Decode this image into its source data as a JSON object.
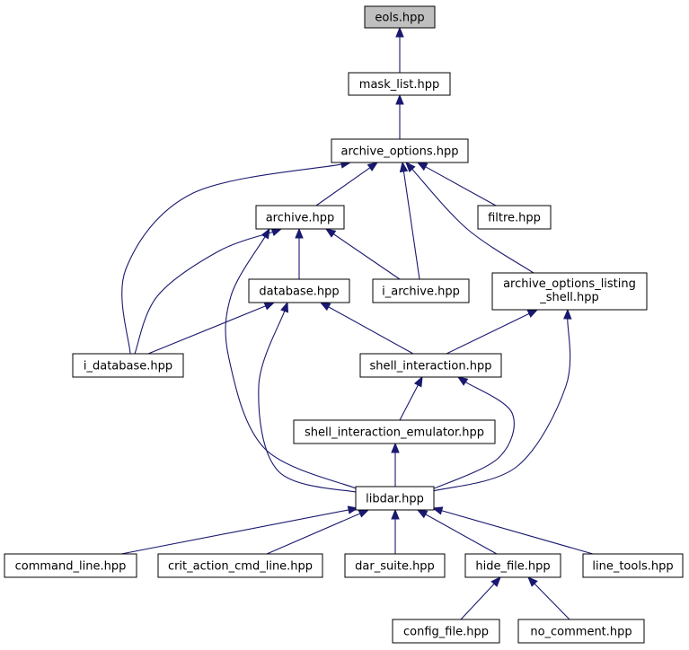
{
  "colors": {
    "edge": "#191970",
    "root_fill": "#bfbfbf",
    "node_fill": "#ffffff",
    "node_border": "#000000"
  },
  "nodes": [
    {
      "id": "eols",
      "label": "eols.hpp",
      "root": true
    },
    {
      "id": "mask_list",
      "label": "mask_list.hpp"
    },
    {
      "id": "archive_options",
      "label": "archive_options.hpp"
    },
    {
      "id": "archive",
      "label": "archive.hpp"
    },
    {
      "id": "filtre",
      "label": "filtre.hpp"
    },
    {
      "id": "database",
      "label": "database.hpp"
    },
    {
      "id": "i_archive",
      "label": "i_archive.hpp"
    },
    {
      "id": "aols",
      "label": "archive_options_listing",
      "label2": "_shell.hpp"
    },
    {
      "id": "i_database",
      "label": "i_database.hpp"
    },
    {
      "id": "shell_interaction",
      "label": "shell_interaction.hpp"
    },
    {
      "id": "sie",
      "label": "shell_interaction_emulator.hpp"
    },
    {
      "id": "libdar",
      "label": "libdar.hpp"
    },
    {
      "id": "command_line",
      "label": "command_line.hpp"
    },
    {
      "id": "crit_action",
      "label": "crit_action_cmd_line.hpp"
    },
    {
      "id": "dar_suite",
      "label": "dar_suite.hpp"
    },
    {
      "id": "hide_file",
      "label": "hide_file.hpp"
    },
    {
      "id": "line_tools",
      "label": "line_tools.hpp"
    },
    {
      "id": "config_file",
      "label": "config_file.hpp"
    },
    {
      "id": "no_comment",
      "label": "no_comment.hpp"
    }
  ],
  "edges": [
    {
      "from": "mask_list",
      "to": "eols"
    },
    {
      "from": "archive_options",
      "to": "mask_list"
    },
    {
      "from": "archive",
      "to": "archive_options"
    },
    {
      "from": "filtre",
      "to": "archive_options"
    },
    {
      "from": "i_database",
      "to": "archive_options"
    },
    {
      "from": "i_archive",
      "to": "archive_options"
    },
    {
      "from": "aols",
      "to": "archive_options"
    },
    {
      "from": "database",
      "to": "archive"
    },
    {
      "from": "i_database",
      "to": "archive"
    },
    {
      "from": "i_archive",
      "to": "archive"
    },
    {
      "from": "libdar",
      "to": "archive"
    },
    {
      "from": "i_database",
      "to": "database"
    },
    {
      "from": "shell_interaction",
      "to": "database"
    },
    {
      "from": "libdar",
      "to": "database"
    },
    {
      "from": "shell_interaction",
      "to": "aols"
    },
    {
      "from": "libdar",
      "to": "aols"
    },
    {
      "from": "sie",
      "to": "shell_interaction"
    },
    {
      "from": "libdar",
      "to": "shell_interaction"
    },
    {
      "from": "libdar",
      "to": "sie"
    },
    {
      "from": "command_line",
      "to": "libdar"
    },
    {
      "from": "crit_action",
      "to": "libdar"
    },
    {
      "from": "dar_suite",
      "to": "libdar"
    },
    {
      "from": "hide_file",
      "to": "libdar"
    },
    {
      "from": "line_tools",
      "to": "libdar"
    },
    {
      "from": "config_file",
      "to": "hide_file"
    },
    {
      "from": "no_comment",
      "to": "hide_file"
    }
  ]
}
